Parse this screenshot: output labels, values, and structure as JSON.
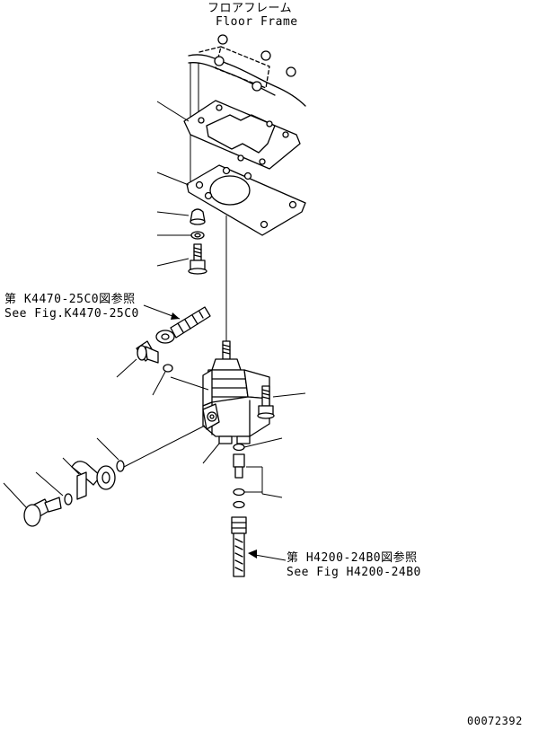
{
  "labels": {
    "floor_frame_jp": "フロアフレーム",
    "floor_frame_en": "Floor Frame",
    "ref1_jp": "第 K4470-25C0図参照",
    "ref1_en": "See Fig.K4470-25C0",
    "ref2_jp": "第 H4200-24B0図参照",
    "ref2_en": "See Fig H4200-24B0",
    "drawing_number": "00072392"
  }
}
